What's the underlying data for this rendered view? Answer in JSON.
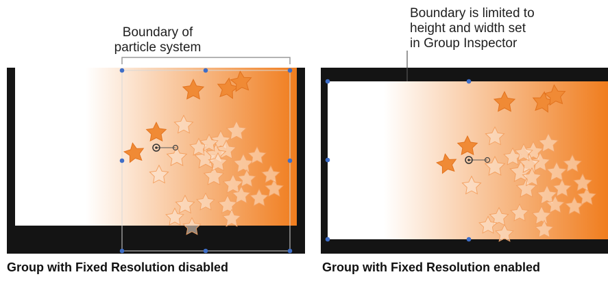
{
  "callouts": {
    "left_line1": "Boundary of",
    "left_line2": "particle system",
    "right_line1": "Boundary is limited to",
    "right_line2": "height and width set",
    "right_line3": "in Group Inspector"
  },
  "captions": {
    "left": "Group with Fixed Resolution disabled",
    "right": "Group with Fixed Resolution enabled"
  },
  "colors": {
    "canvas_frame": "#141414",
    "gradient_start": "#ffffff",
    "gradient_end": "#f07d1e",
    "star_fill": "#f08a35",
    "star_light": "#fde7d6",
    "handle": "#3e6ec8",
    "boundary_line": "#9a9a9a"
  }
}
